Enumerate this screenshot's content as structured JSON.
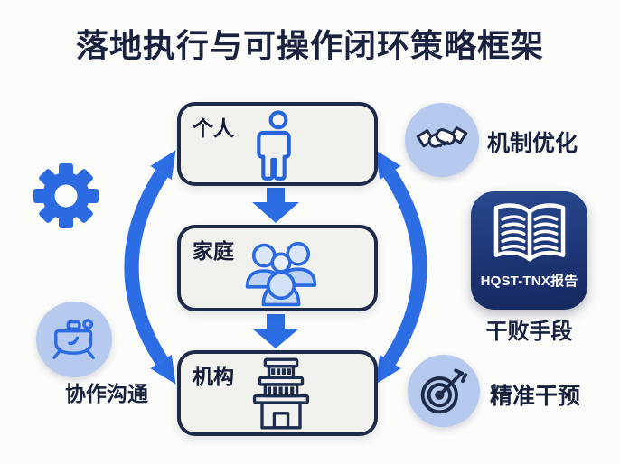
{
  "title": "落地执行与可操作闭环策略框架",
  "colors": {
    "accent_blue": "#2d6de3",
    "icon_blue": "#2563d9",
    "navy_text": "#1a2240",
    "box_fill": "#f1f1ee",
    "box_border": "#1d2a4a",
    "light_circle": "#b6caf0",
    "report_badge_bg": "#1d3575"
  },
  "nodes": [
    {
      "label": "个人",
      "icon": "person-icon"
    },
    {
      "label": "家庭",
      "icon": "family-icon"
    },
    {
      "label": "机构",
      "icon": "institution-icon"
    }
  ],
  "left_annotations": {
    "gear": {
      "icon": "gear-icon"
    },
    "collaboration": {
      "label": "协作沟通",
      "icon": "toolbox-icon"
    }
  },
  "right_annotations": {
    "mechanism": {
      "label": "机制优化",
      "icon": "handshake-icon"
    },
    "report": {
      "badge_text": "HQST-TNX报告",
      "caption": "干败手段",
      "icon": "open-book-icon"
    },
    "intervention": {
      "label": "精准干预",
      "icon": "target-icon"
    }
  }
}
